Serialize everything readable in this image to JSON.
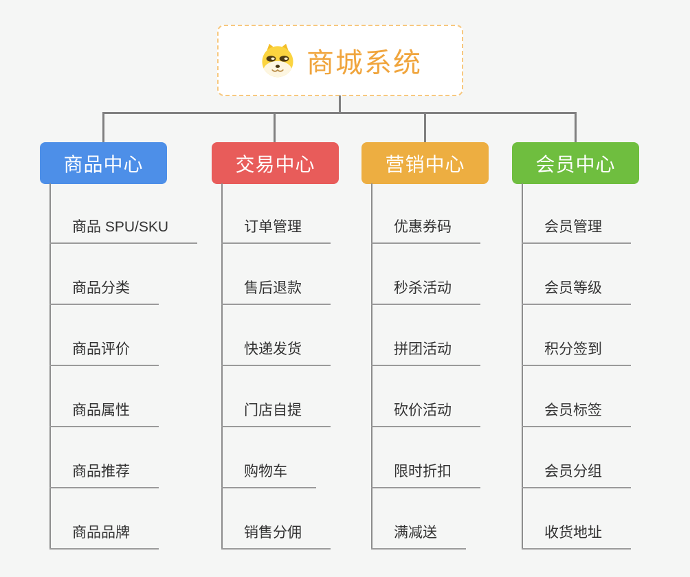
{
  "root": {
    "title": "商城系统",
    "icon": "dog-icon",
    "border_color": "#f7c87f",
    "title_color": "#f0a53d"
  },
  "colors": {
    "background": "#f5f6f5",
    "connector": "#808080",
    "underline": "#9a9a9a",
    "leaf_text": "#333333"
  },
  "branches": [
    {
      "label": "商品中心",
      "color": "#4d8fe8",
      "items": [
        "商品 SPU/SKU",
        "商品分类",
        "商品评价",
        "商品属性",
        "商品推荐",
        "商品品牌"
      ]
    },
    {
      "label": "交易中心",
      "color": "#e85c5a",
      "items": [
        "订单管理",
        "售后退款",
        "快递发货",
        "门店自提",
        "购物车",
        "销售分佣"
      ]
    },
    {
      "label": "营销中心",
      "color": "#edae41",
      "items": [
        "优惠券码",
        "秒杀活动",
        "拼团活动",
        "砍价活动",
        "限时折扣",
        "满减送"
      ]
    },
    {
      "label": "会员中心",
      "color": "#6fbe3f",
      "items": [
        "会员管理",
        "会员等级",
        "积分签到",
        "会员标签",
        "会员分组",
        "收货地址"
      ]
    }
  ]
}
